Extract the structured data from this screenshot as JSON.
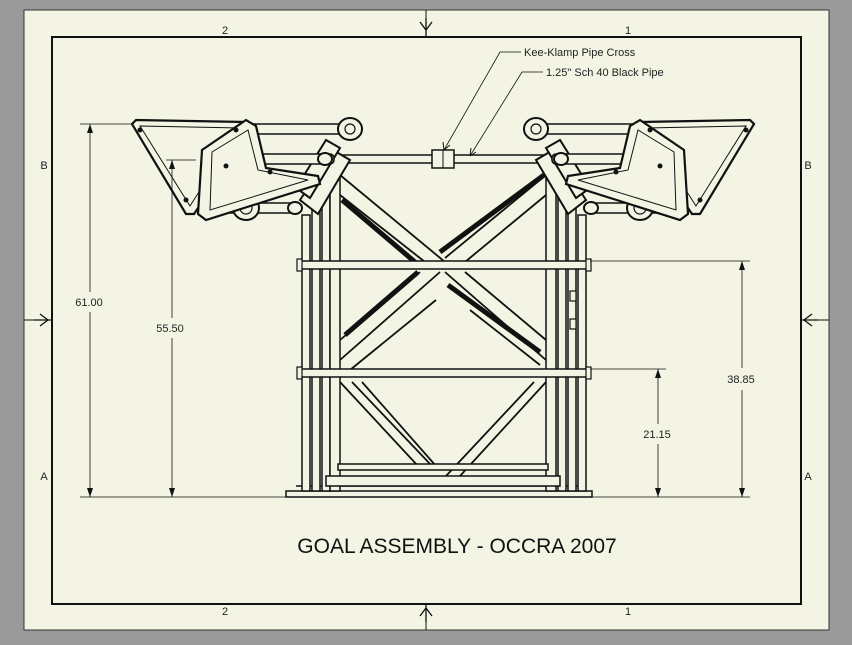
{
  "sheet": {
    "title": "GOAL ASSEMBLY - OCCRA 2007",
    "zones": {
      "top_left": "2",
      "top_right": "1",
      "bottom_left": "2",
      "bottom_right": "1",
      "left_upper": "B",
      "left_lower": "A",
      "right_upper": "B",
      "right_lower": "A"
    },
    "colors": {
      "paper": "#f4f4e4",
      "frame_bg": "#9a9a9a",
      "line": "#111111"
    }
  },
  "callouts": {
    "pipe_cross": "Kee-Klamp Pipe Cross",
    "black_pipe": "1.25\" Sch 40 Black Pipe"
  },
  "dimensions": {
    "overall_height": "61.00",
    "top_bar_height": "55.50",
    "upper_rail_height": "38.85",
    "lower_rail_height": "21.15"
  }
}
